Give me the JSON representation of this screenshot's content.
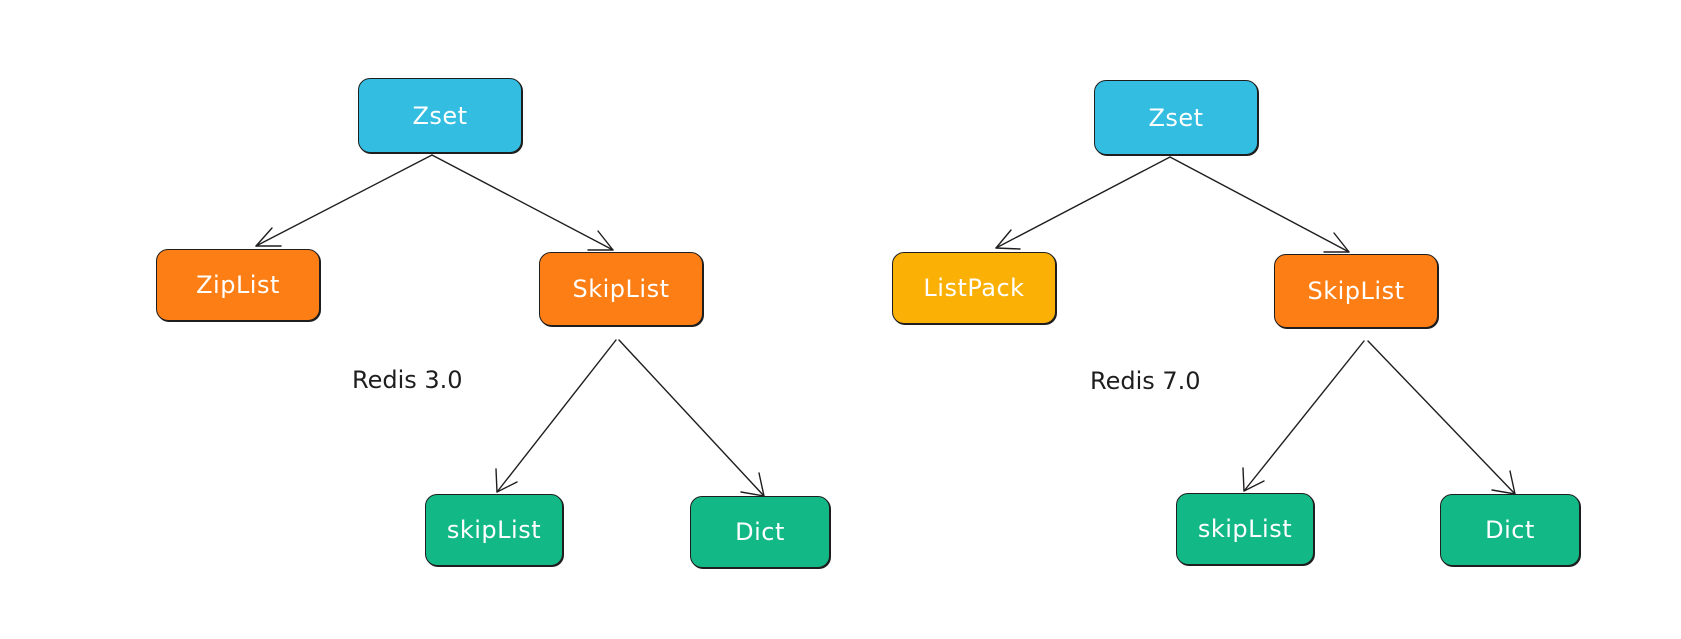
{
  "diagrams": [
    {
      "version_label": "Redis 3.0",
      "root": "Zset",
      "children": [
        "ZipList",
        "SkipList"
      ],
      "grandchildren": [
        "skipList",
        "Dict"
      ]
    },
    {
      "version_label": "Redis 7.0",
      "root": "Zset",
      "children": [
        "ListPack",
        "SkipList"
      ],
      "grandchildren": [
        "skipList",
        "Dict"
      ]
    }
  ],
  "colors": {
    "root": "#33bde0",
    "ziplist": "#fd7e14",
    "listpack": "#fab005",
    "skiplist": "#fd7e14",
    "leaf": "#12b886",
    "stroke": "#1e1e1e"
  }
}
